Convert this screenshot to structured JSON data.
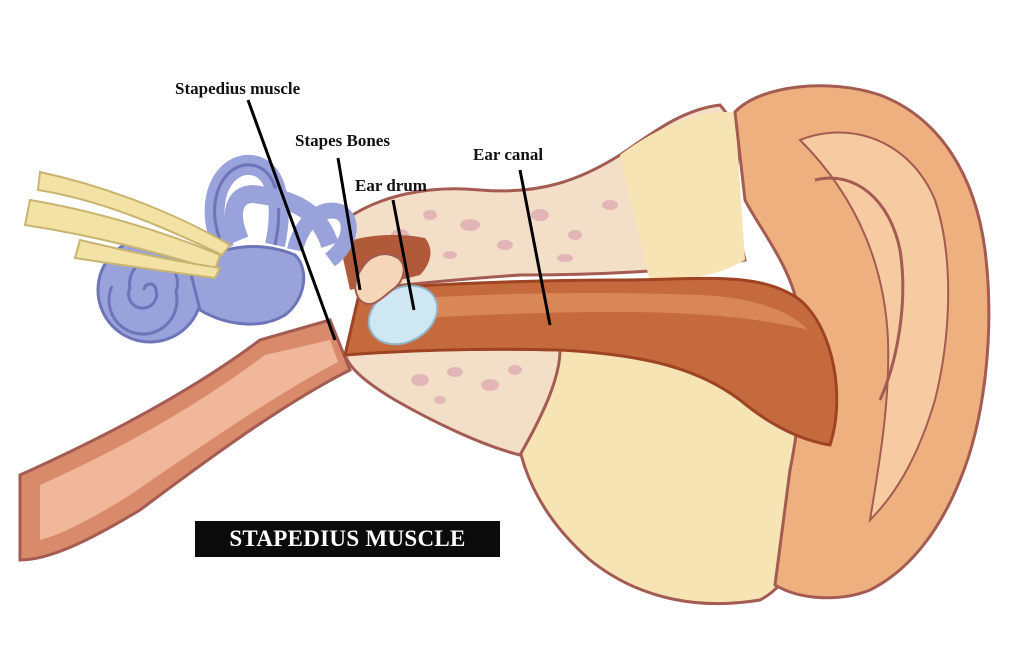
{
  "labels": {
    "stapedius_muscle": "Stapedius muscle",
    "stapes_bones": "Stapes Bones",
    "ear_drum": "Ear drum",
    "ear_canal": "Ear canal"
  },
  "banner": "STAPEDIUS MUSCLE",
  "colors": {
    "outline": "#a35b52",
    "skin": "#efb07f",
    "skin_light": "#f6cba2",
    "canal": "#c46a3c",
    "canal_dark": "#9e4424",
    "cartilage": "#f7e4b4",
    "bone": "#f3dfc8",
    "bone_spots": "#e2b6b6",
    "inner_ear": "#9aa2dc",
    "inner_ear_dark": "#6d74b8",
    "ear_drum": "#cfe7f2",
    "nerve": "#f2e2a6",
    "banner_bg": "#0b0b0b",
    "banner_text": "#ffffff"
  }
}
